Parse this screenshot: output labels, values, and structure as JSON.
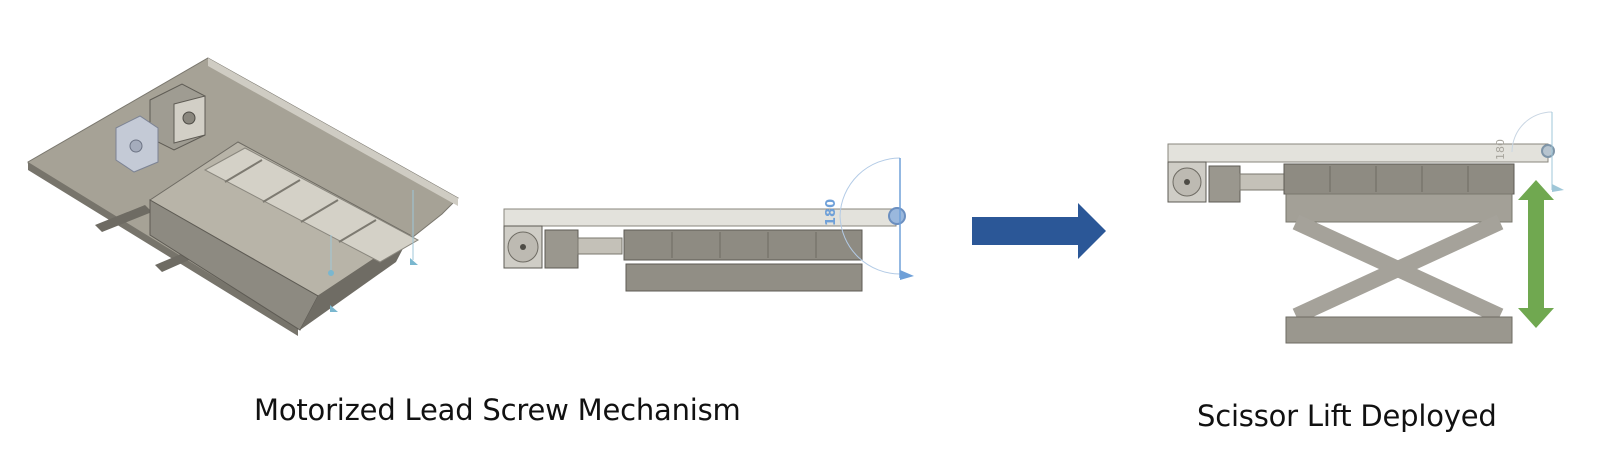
{
  "captions": {
    "left": "Motorized Lead Screw Mechanism",
    "right": "Scissor Lift Deployed"
  },
  "dimension_labels": {
    "retracted": "180",
    "deployed": "180"
  },
  "colors": {
    "background": "#ffffff",
    "arrow_blue": "#2b5797",
    "arrow_green": "#70a850",
    "cad_gray": "#8f8c83",
    "cad_dark": "#5e5b54",
    "plate_light": "#e3e2dc",
    "dimension_blue": "#6fa0d8",
    "dimension_teal": "#7ab7cf"
  },
  "icons": {
    "transition_arrow": "right-arrow-icon",
    "lift_height_arrow": "double-vertical-arrow-icon"
  }
}
